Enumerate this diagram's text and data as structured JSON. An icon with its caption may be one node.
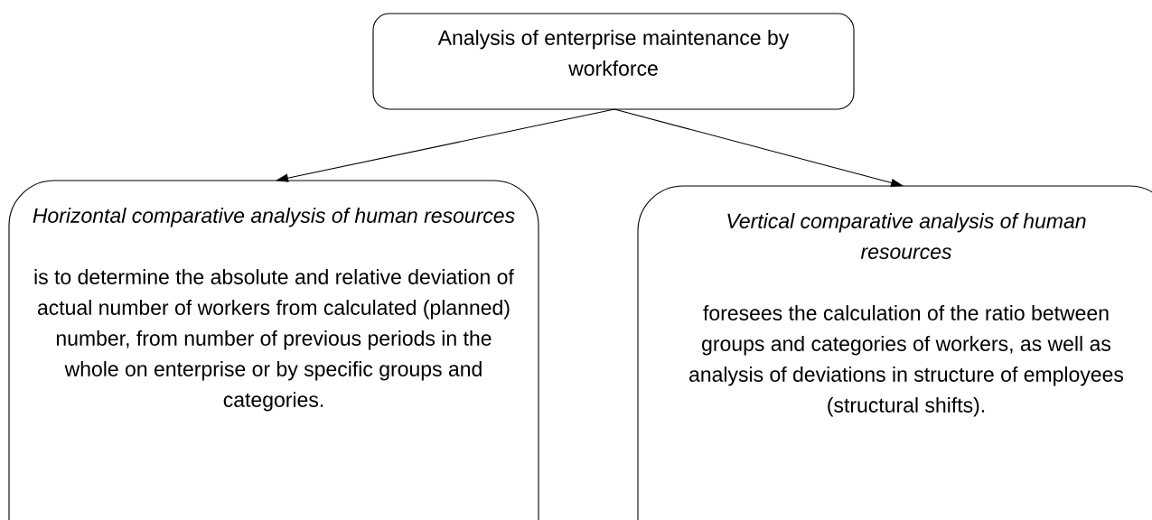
{
  "diagram": {
    "nodes": [
      {
        "text": [
          "Analysis of enterprise maintenance by workforce"
        ]
      },
      {
        "text": [
          "Horizontal comparative analysis of human resources",
          "is to determine the absolute and relative deviation of actual number of workers from calculated (planned) number, from number of previous periods in the whole on enterprise or by specific groups and categories."
        ]
      },
      {
        "text": [
          "Vertical comparative analysis of human resources",
          "foresees the calculation of the ratio between groups and categories of workers, as well as analysis of deviations in structure of employees (structural shifts)."
        ]
      }
    ],
    "edges": [
      {
        "from": 0,
        "to": 1,
        "arrow": "to"
      },
      {
        "from": 0,
        "to": 2,
        "arrow": "to"
      }
    ]
  }
}
